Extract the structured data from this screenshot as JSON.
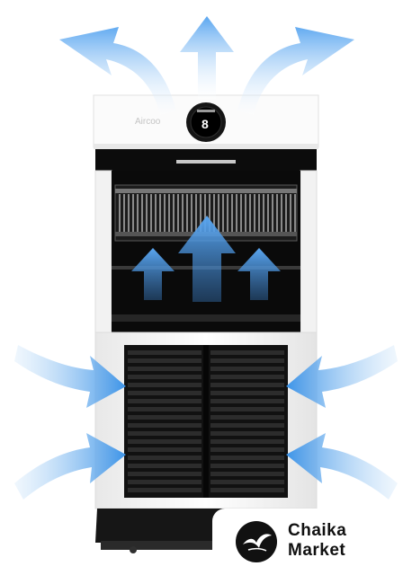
{
  "product": {
    "brand_text": "Aircoo",
    "display_value": "8"
  },
  "watermark": {
    "line1": "Chaika",
    "line2": "Market"
  },
  "colors": {
    "arrow_light": "#cfe4fa",
    "arrow_dark": "#3d94e8",
    "device_body": "#f4f4f4",
    "device_dark": "#0b0b0b"
  },
  "icons": [
    "seagull-logo-icon",
    "airflow-arrow-icon"
  ]
}
